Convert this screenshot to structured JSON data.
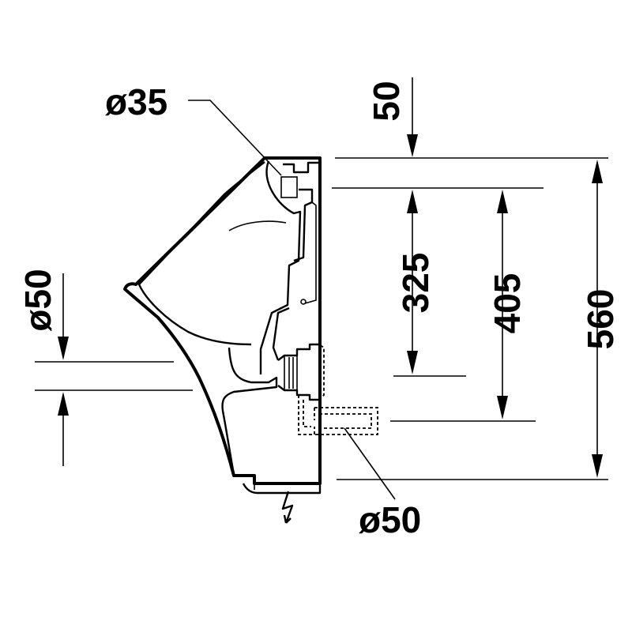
{
  "dimensions": {
    "inlet_diameter": "ø35",
    "top_offset": "50",
    "inlet_to_outlet_height": "325",
    "inlet_to_rear_outlet_height": "405",
    "total_height": "560",
    "side_outlet_diameter": "ø50",
    "rear_outlet_diameter": "ø50"
  },
  "colors": {
    "line": "#000000",
    "background": "#ffffff"
  },
  "icons": {
    "electrical_symbol": "lightning-icon"
  }
}
